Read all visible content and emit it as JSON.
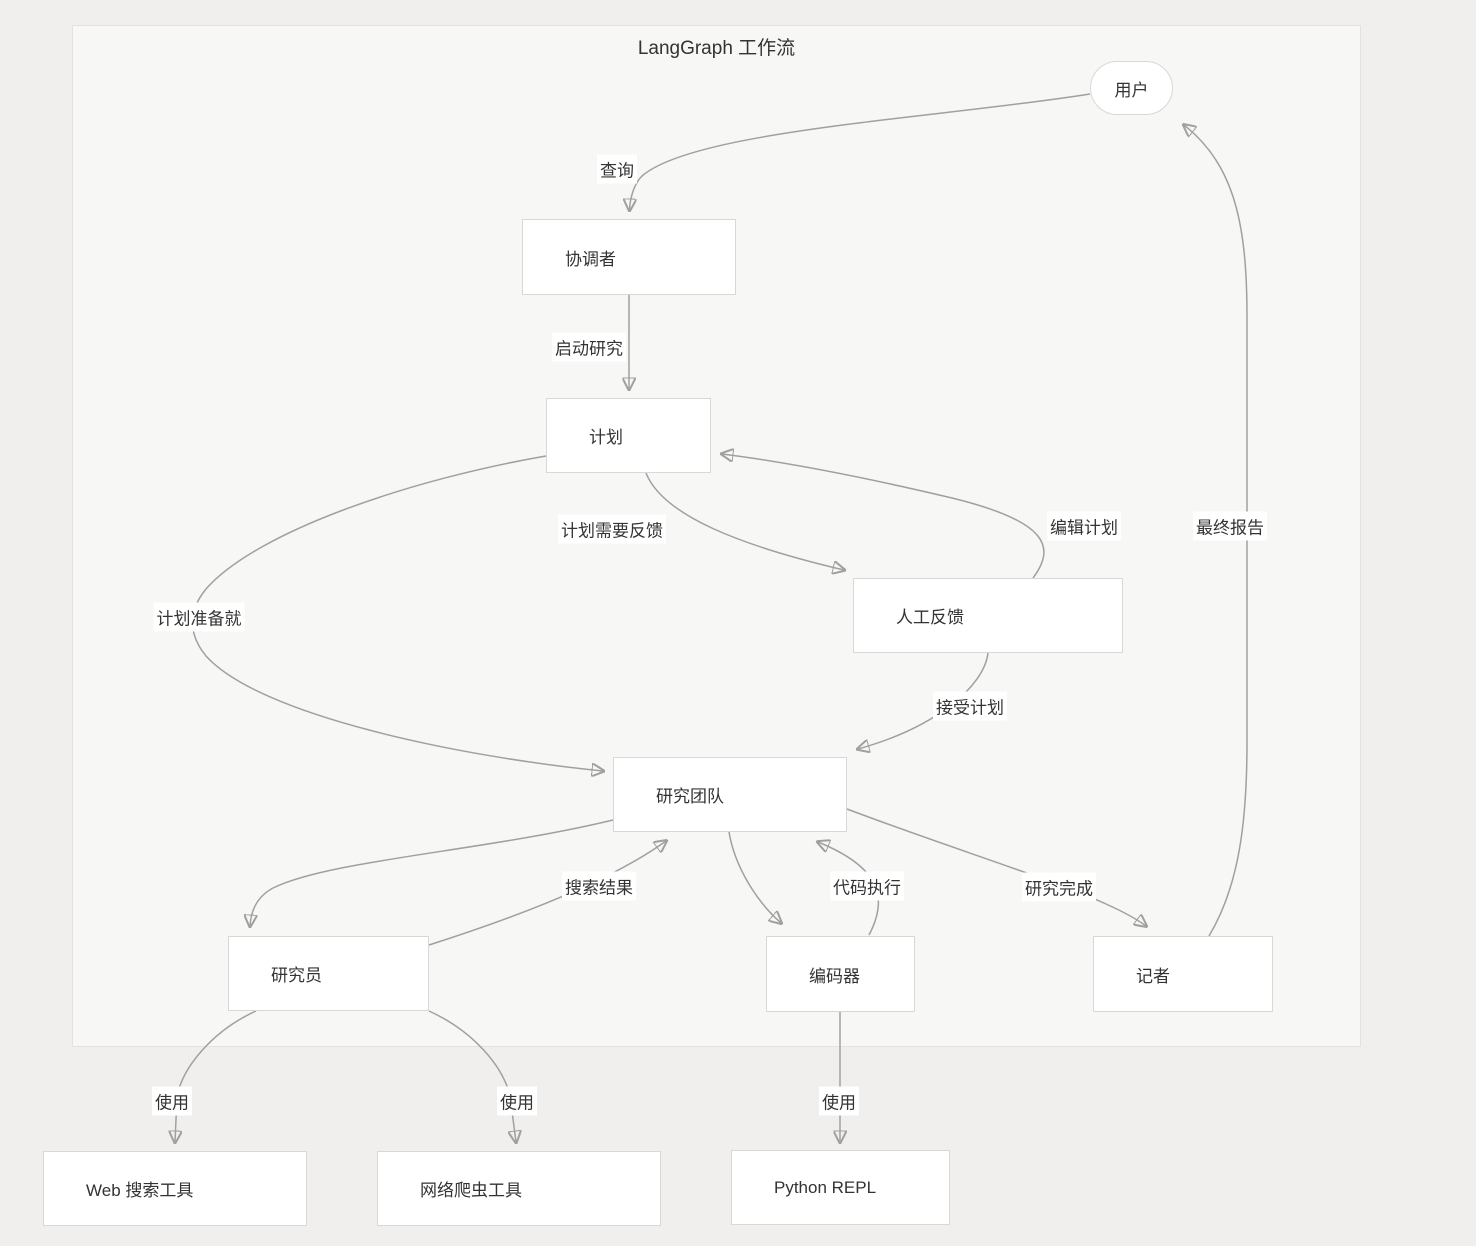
{
  "diagram": {
    "type": "flowchart",
    "title": "LangGraph 工作流",
    "nodes": {
      "user": {
        "label": "用户",
        "shape": "stadium"
      },
      "coordinator": {
        "label": "协调者",
        "shape": "rect"
      },
      "plan": {
        "label": "计划",
        "shape": "rect"
      },
      "human_feedback": {
        "label": "人工反馈",
        "shape": "rect"
      },
      "research_team": {
        "label": "研究团队",
        "shape": "rect"
      },
      "researcher": {
        "label": "研究员",
        "shape": "rect"
      },
      "coder": {
        "label": "编码器",
        "shape": "rect"
      },
      "reporter": {
        "label": "记者",
        "shape": "rect"
      },
      "web_search_tool": {
        "label": "Web 搜索工具",
        "shape": "rect"
      },
      "web_crawler_tool": {
        "label": "网络爬虫工具",
        "shape": "rect"
      },
      "python_repl": {
        "label": "Python REPL",
        "shape": "rect"
      }
    },
    "edges": {
      "user_to_coordinator": {
        "label": "查询",
        "from": "user",
        "to": "coordinator"
      },
      "coordinator_to_plan": {
        "label": "启动研究",
        "from": "coordinator",
        "to": "plan"
      },
      "plan_to_human_feedback": {
        "label": "计划需要反馈",
        "from": "plan",
        "to": "human_feedback"
      },
      "human_feedback_to_plan": {
        "label": "编辑计划",
        "from": "human_feedback",
        "to": "plan"
      },
      "plan_to_research_team": {
        "label": "计划准备就",
        "from": "plan",
        "to": "research_team"
      },
      "human_feedback_to_research_team": {
        "label": "接受计划",
        "from": "human_feedback",
        "to": "research_team"
      },
      "research_team_to_researcher": {
        "label": "",
        "from": "research_team",
        "to": "researcher"
      },
      "researcher_to_research_team": {
        "label": "搜索结果",
        "from": "researcher",
        "to": "research_team"
      },
      "research_team_to_coder": {
        "label": "",
        "from": "research_team",
        "to": "coder"
      },
      "coder_to_research_team": {
        "label": "代码执行",
        "from": "coder",
        "to": "research_team"
      },
      "research_team_to_reporter": {
        "label": "研究完成",
        "from": "research_team",
        "to": "reporter"
      },
      "reporter_to_user": {
        "label": "最终报告",
        "from": "reporter",
        "to": "user"
      },
      "researcher_to_web_search": {
        "label": "使用",
        "from": "researcher",
        "to": "web_search_tool"
      },
      "researcher_to_web_crawler": {
        "label": "使用",
        "from": "researcher",
        "to": "web_crawler_tool"
      },
      "coder_to_python_repl": {
        "label": "使用",
        "from": "coder",
        "to": "python_repl"
      }
    },
    "colors": {
      "page_background": "#f0efee",
      "subgraph_background": "#f7f7f6",
      "subgraph_border": "#e3e2e0",
      "node_fill": "#ffffff",
      "node_border": "#d9d8d6",
      "text": "#333333",
      "edge_stroke": "#a0a0a0",
      "arrowhead": "#8d8d8d",
      "edge_label_background": "#ffffff"
    }
  }
}
